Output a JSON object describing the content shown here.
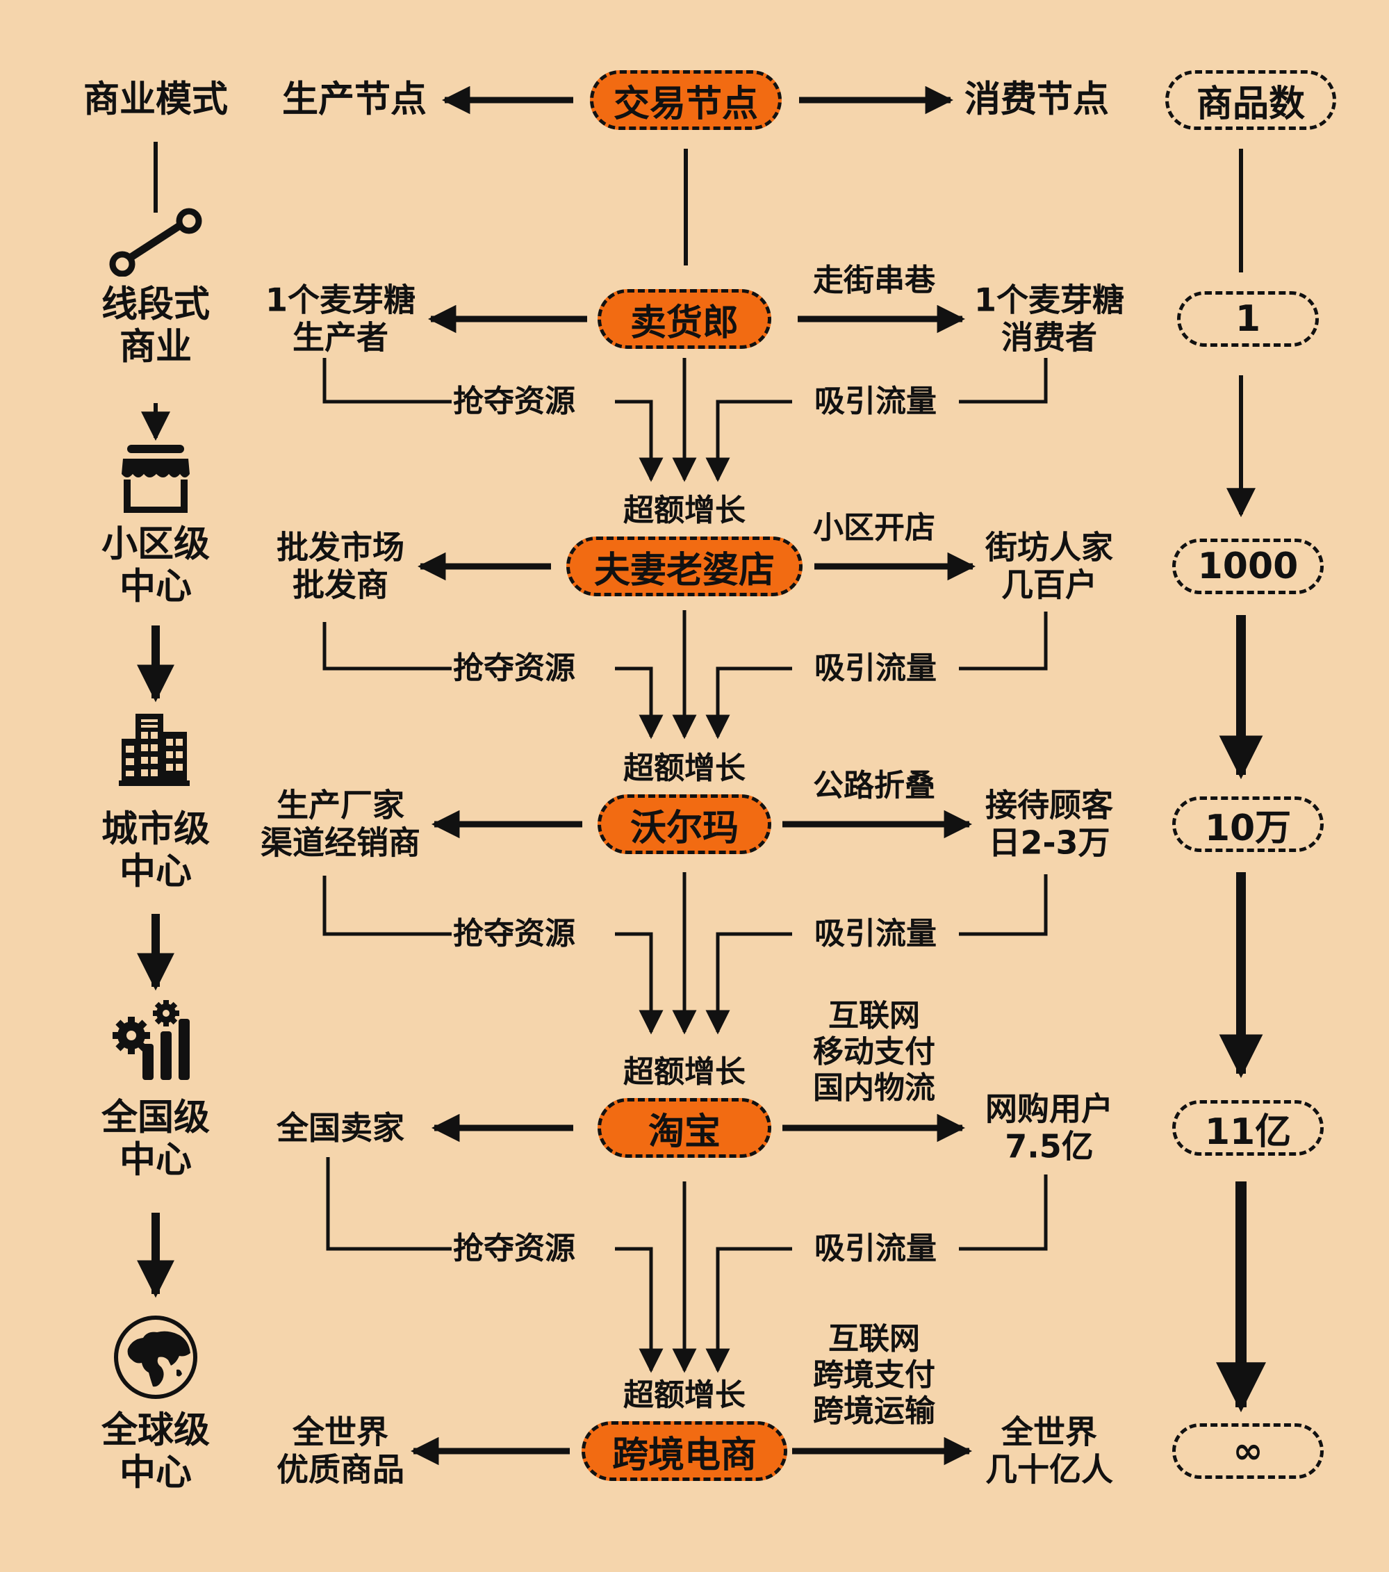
{
  "header": {
    "business_model": "商业模式",
    "production_node": "生产节点",
    "transaction_node": "交易节点",
    "consumption_node": "消费节点",
    "product_count": "商品数"
  },
  "levels": [
    {
      "icon": "line-segment-icon",
      "level_label": "线段式\n商业",
      "producer": "1个麦芽糖\n生产者",
      "hub": "卖货郎",
      "channel": "走街串巷",
      "consumer": "1个麦芽糖\n消费者",
      "count": "1"
    },
    {
      "icon": "storefront-icon",
      "level_label": "小区级\n中心",
      "producer": "批发市场\n批发商",
      "hub": "夫妻老婆店",
      "channel": "小区开店",
      "consumer": "街坊人家\n几百户",
      "count": "1000"
    },
    {
      "icon": "city-building-icon",
      "level_label": "城市级\n中心",
      "producer": "生产厂家\n渠道经销商",
      "hub": "沃尔玛",
      "channel": "公路折叠",
      "consumer": "接待顾客\n日2-3万",
      "count": "10万"
    },
    {
      "icon": "gear-chart-icon",
      "level_label": "全国级\n中心",
      "producer": "全国卖家",
      "hub": "淘宝",
      "channel": "互联网\n移动支付\n国内物流",
      "consumer": "网购用户\n7.5亿",
      "count": "11亿"
    },
    {
      "icon": "globe-icon",
      "level_label": "全球级\n中心",
      "producer": "全世界\n优质商品",
      "hub": "跨境电商",
      "channel": "互联网\n跨境支付\n跨境运输",
      "consumer": "全世界\n几十亿人",
      "count": "∞"
    }
  ],
  "connectors": {
    "grab_resources": "抢夺资源",
    "attract_traffic": "吸引流量",
    "excess_growth": "超额增长"
  },
  "colors": {
    "background": "#f5d5ac",
    "hub_fill": "#f26b12",
    "ink": "#111111"
  }
}
